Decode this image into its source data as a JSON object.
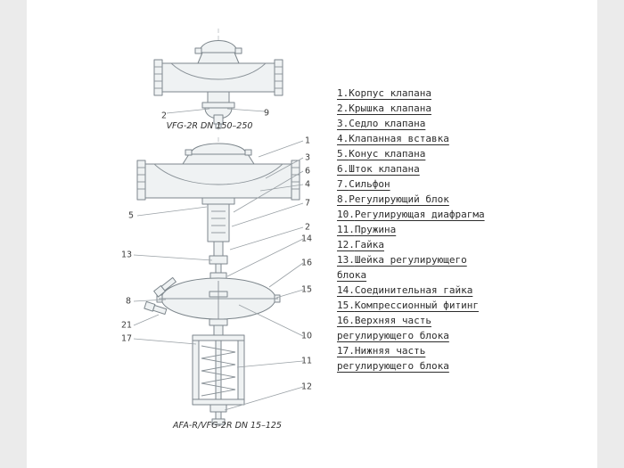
{
  "drawing_top": {
    "caption": "VFG-2R DN 150–250",
    "callouts": [
      "2",
      "9"
    ]
  },
  "drawing_bottom": {
    "caption": "AFA-R/VFG-2R DN 15–125",
    "callouts_right": [
      "1",
      "3",
      "6",
      "4",
      "7",
      "2",
      "14",
      "16",
      "15",
      "10",
      "11",
      "12"
    ],
    "callouts_left": [
      "5",
      "13",
      "8",
      "21",
      "17"
    ]
  },
  "legend": {
    "items": [
      {
        "n": "1.",
        "t": "Корпус клапана"
      },
      {
        "n": "2.",
        "t": "Крышка клапана"
      },
      {
        "n": "3.",
        "t": "Седло клапана"
      },
      {
        "n": "4.",
        "t": "Клапанная вставка"
      },
      {
        "n": "5.",
        "t": "Конус клапана"
      },
      {
        "n": "6.",
        "t": "Шток клапана"
      },
      {
        "n": "7.",
        "t": "Сильфон"
      },
      {
        "n": "8.",
        "t": "Регулирующий блок"
      },
      {
        "n": "10.",
        "t": "Регулирующая диафрагма"
      },
      {
        "n": "11.",
        "t": "Пружина"
      },
      {
        "n": "12.",
        "t": "Гайка"
      },
      {
        "n": "13.",
        "t": "Шейка регулирующего блока"
      },
      {
        "n": "14.",
        "t": "Соединительная гайка"
      },
      {
        "n": "15.",
        "t": "Компрессионный фитинг"
      },
      {
        "n": "16.",
        "t": "Верхняя часть регулирующего блока"
      },
      {
        "n": "17.",
        "t": "Нижняя часть регулирующего блока"
      }
    ]
  }
}
